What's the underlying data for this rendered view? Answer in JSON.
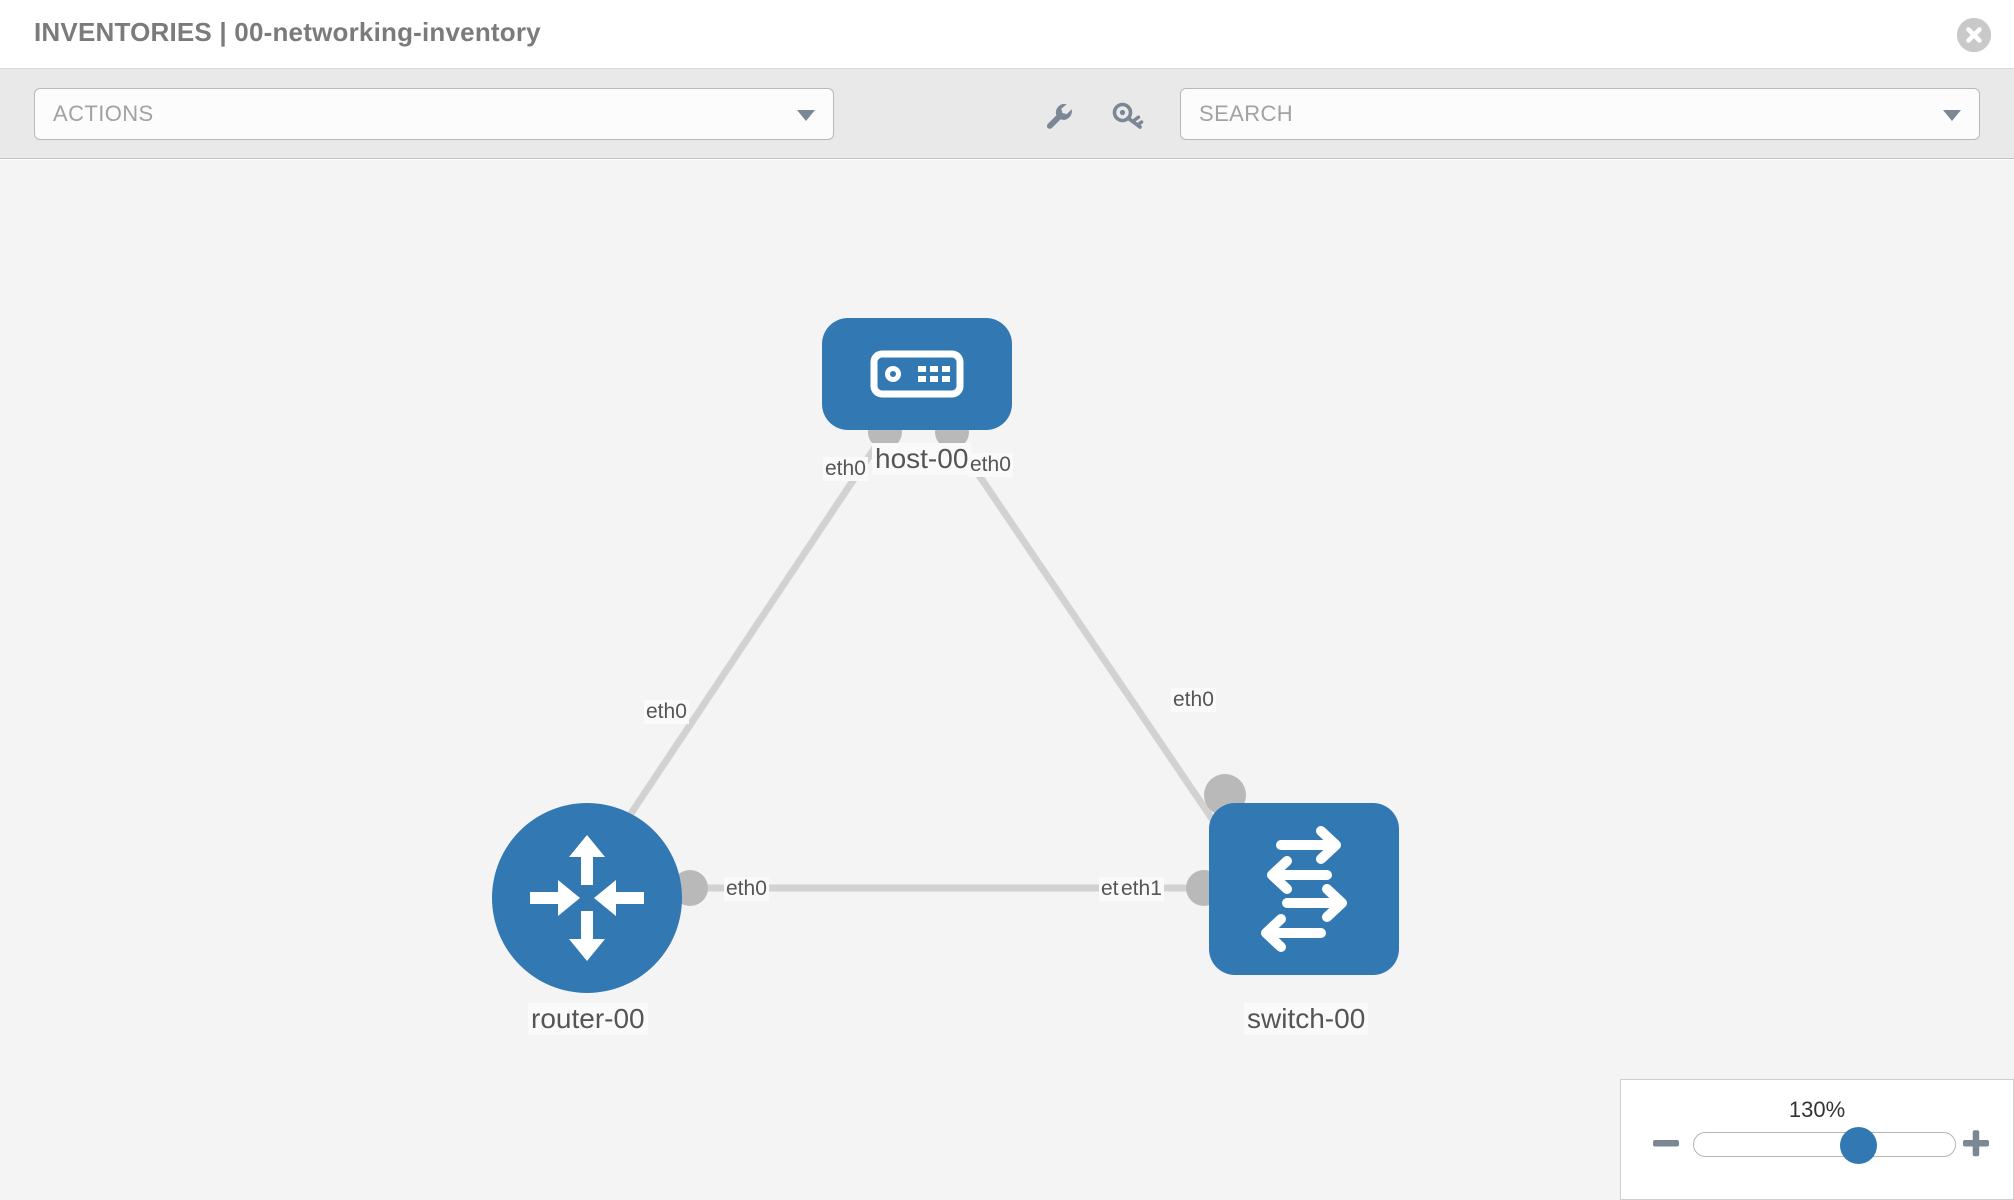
{
  "header": {
    "title": "INVENTORIES | 00-networking-inventory",
    "close_icon": "close-circle-icon"
  },
  "toolbar": {
    "actions_placeholder": "ACTIONS",
    "search_placeholder": "SEARCH",
    "wrench_icon": "wrench-icon",
    "key_icon": "key-icon",
    "caret_icon": "chevron-down-icon"
  },
  "topology": {
    "nodes": [
      {
        "id": "host-00",
        "label": "host-00",
        "type": "host",
        "icon": "server-icon",
        "color": "#3279b3"
      },
      {
        "id": "router-00",
        "label": "router-00",
        "type": "router",
        "icon": "router-arrows-icon",
        "color": "#3279b3"
      },
      {
        "id": "switch-00",
        "label": "switch-00",
        "type": "switch",
        "icon": "switch-arrows-icon",
        "color": "#3279b3"
      }
    ],
    "links": [
      {
        "from": "router-00",
        "to": "host-00",
        "from_label": "eth0",
        "to_label": "eth0"
      },
      {
        "from": "host-00",
        "to": "switch-00",
        "from_label": "eth0",
        "to_label": "eth0"
      },
      {
        "from": "router-00",
        "to": "switch-00",
        "from_label": "eth0",
        "to_label": "eth1",
        "to_label_overlap": "eth0"
      }
    ],
    "edge_labels": {
      "host_left": "eth0",
      "host_right": "eth0",
      "router_up": "eth0",
      "switch_up": "eth0",
      "router_right": "eth0",
      "switch_left_hidden": "eth",
      "switch_left": "eth1"
    },
    "link_color": "#d2d2d2",
    "connector_color": "#b9b9b9",
    "background": "#f4f4f4"
  },
  "zoom": {
    "level": "130%",
    "minus_icon": "minus-icon",
    "plus_icon": "plus-icon",
    "slider_position_percent": 60
  }
}
